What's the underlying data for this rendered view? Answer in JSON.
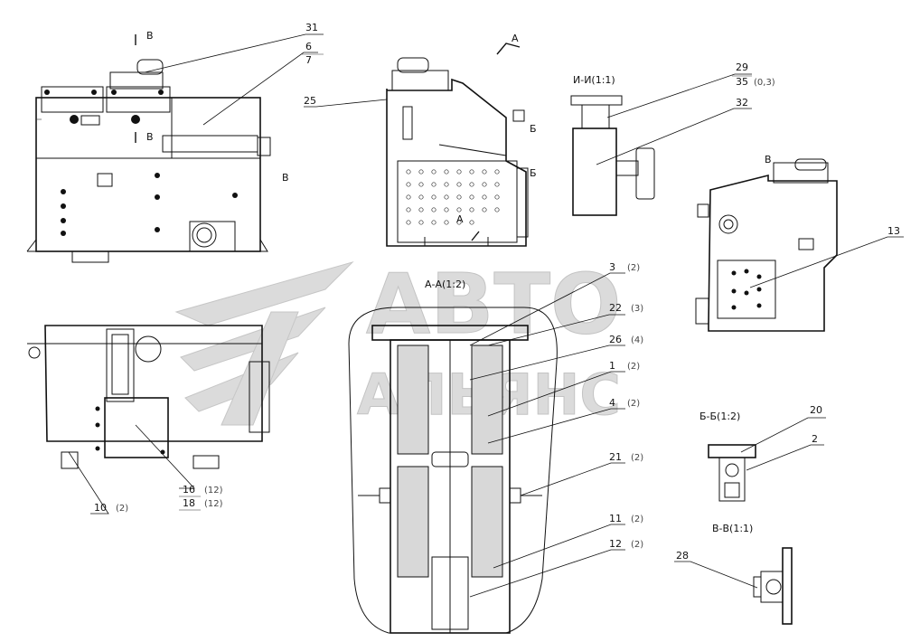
{
  "watermark": {
    "line1": "АВТО",
    "line2": "АЛЬЯНС"
  },
  "section_labels": {
    "aa": "А-А(1:2)",
    "ii": "И-И(1:1)",
    "bb": "Б-Б(1:2)",
    "vv": "В-В(1:1)",
    "v_view": "В",
    "v_mark1": "В",
    "v_mark2": "В",
    "v_mark3": "В",
    "a_mark1": "А",
    "a_mark2": "А",
    "b_mark1": "Б",
    "b_mark2": "Б"
  },
  "callouts": [
    {
      "num": "31",
      "qty": ""
    },
    {
      "num": "6",
      "qty": ""
    },
    {
      "num": "7",
      "qty": ""
    },
    {
      "num": "25",
      "qty": ""
    },
    {
      "num": "29",
      "qty": ""
    },
    {
      "num": "35",
      "qty": "(0,3)"
    },
    {
      "num": "32",
      "qty": ""
    },
    {
      "num": "13",
      "qty": ""
    },
    {
      "num": "3",
      "qty": "(2)"
    },
    {
      "num": "22",
      "qty": "(3)"
    },
    {
      "num": "26",
      "qty": "(4)"
    },
    {
      "num": "1",
      "qty": "(2)"
    },
    {
      "num": "4",
      "qty": "(2)"
    },
    {
      "num": "21",
      "qty": "(2)"
    },
    {
      "num": "11",
      "qty": "(2)"
    },
    {
      "num": "12",
      "qty": "(2)"
    },
    {
      "num": "20",
      "qty": ""
    },
    {
      "num": "2",
      "qty": ""
    },
    {
      "num": "28",
      "qty": ""
    },
    {
      "num": "10",
      "qty": "(2)"
    },
    {
      "num": "16",
      "qty": "(12)"
    },
    {
      "num": "18",
      "qty": "(12)"
    }
  ]
}
